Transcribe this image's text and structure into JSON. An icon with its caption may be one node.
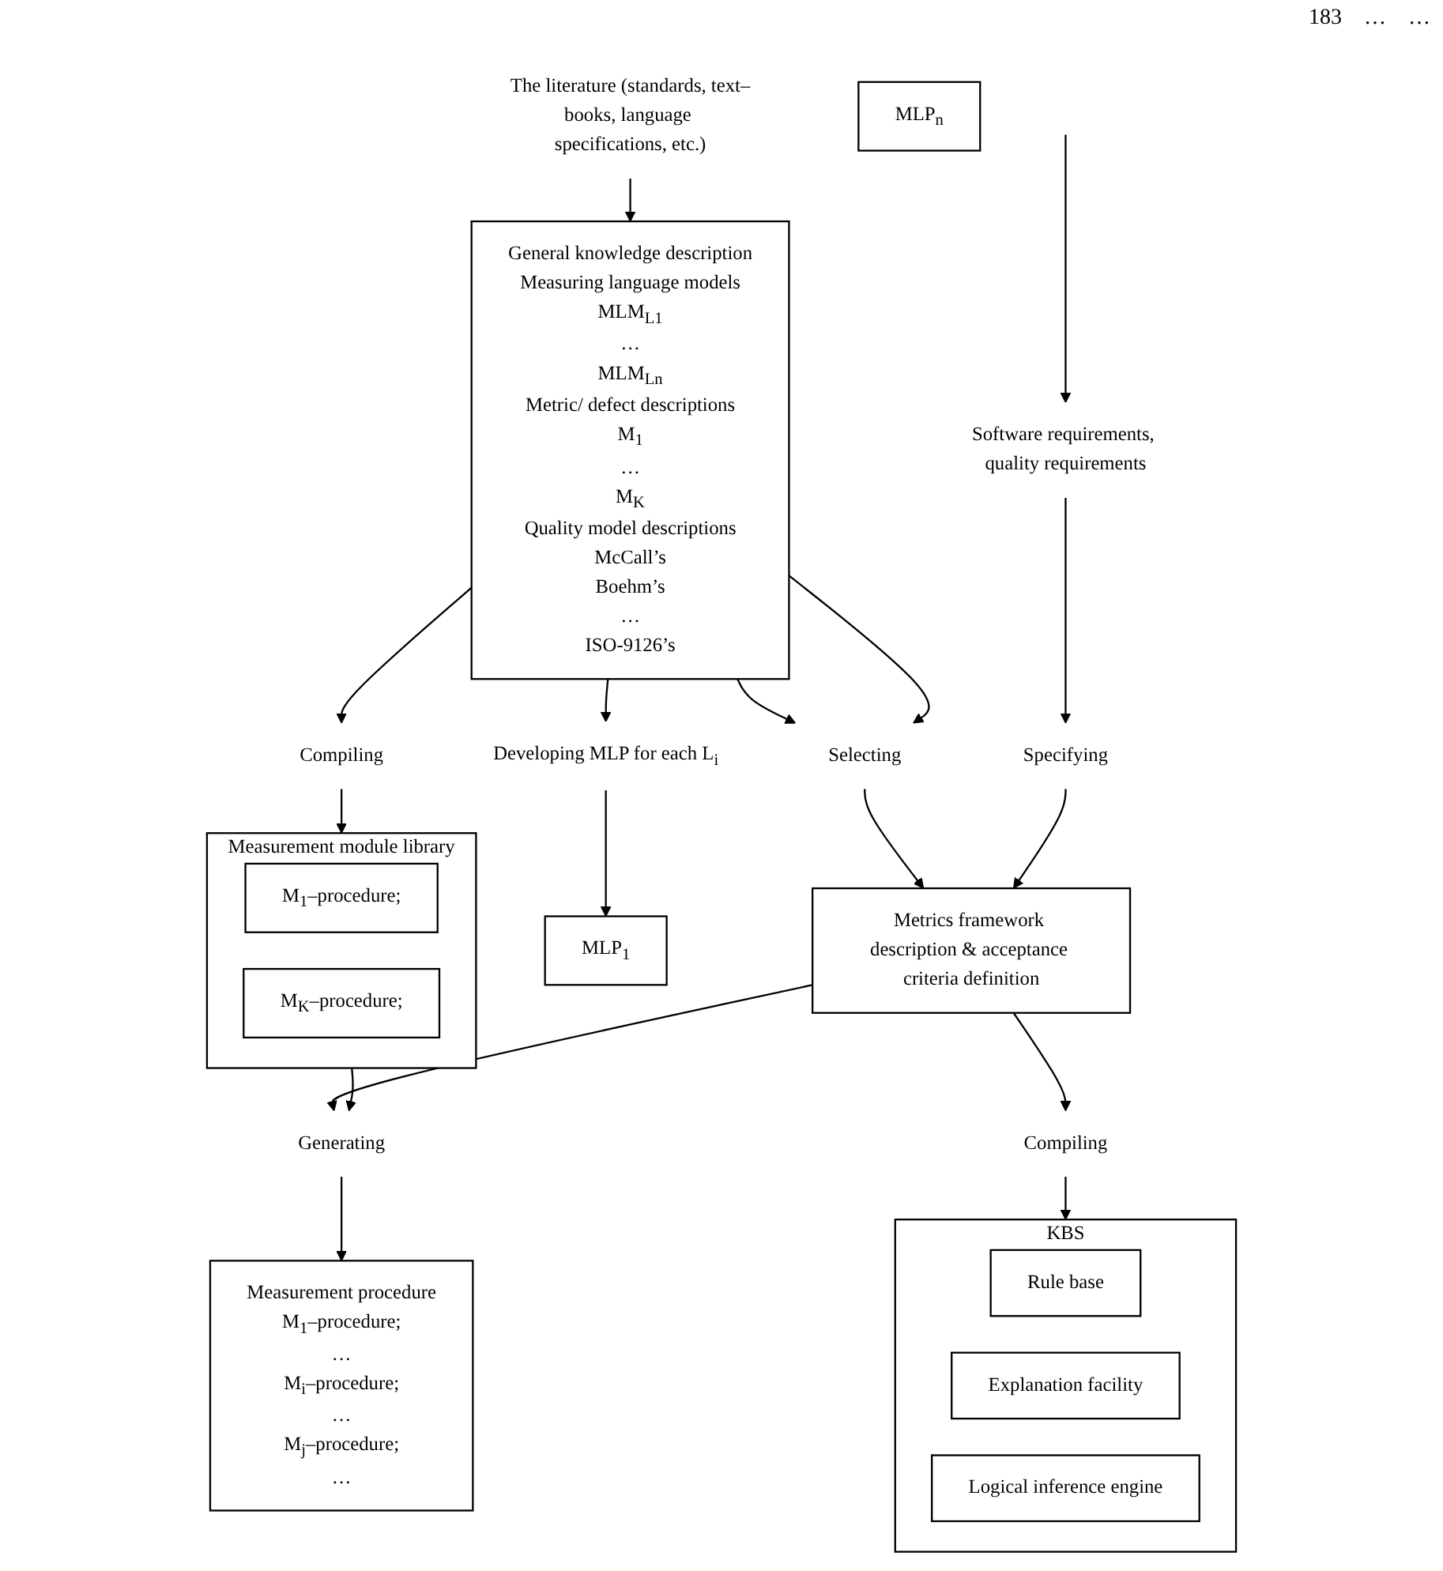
{
  "diagram": {
    "nodes": [
      {
        "text": [
          "The literature (standards, text–books, language specifications, etc.)"
        ]
      },
      {
        "text": [
          "General knowledge description",
          "Measuring language models",
          "MLM$_{L1}$",
          "…",
          "MLM$_{Ln}$",
          "Metric/ defect descriptions",
          "M$_{1}$",
          "…",
          "M$_{K}$",
          "Quality model descriptions",
          "McCall’s",
          "Boehm’s",
          "…",
          "ISO-9126’s"
        ]
      },
      {
        "text": [
          "Developing MLP for each L$_{i}$"
        ]
      },
      {
        "text": [
          "MLP$_{1}$"
        ]
      },
      {
        "text": [
          "MLP$_{n}$"
        ]
      },
      {
        "text": [
          "Compiling"
        ]
      },
      {
        "text": [
          "Selecting"
        ]
      },
      {
        "text": [
          "Software requirements, quality requirements"
        ]
      },
      {
        "text": [
          "Specifying"
        ]
      },
      {
        "text": [
          "Measurement module library"
        ]
      },
      {
        "text": [
          "M$_{1}$–procedure;"
        ],
        "in": 9
      },
      {
        "text": [
          "M$_{K}$–procedure;"
        ],
        "in": 9
      },
      {
        "text": [
          "Metrics framework description & acceptance criteria definition"
        ]
      },
      {
        "text": [
          "Compiling"
        ]
      },
      {
        "text": [
          "KBS"
        ]
      },
      {
        "text": [
          "Rule base"
        ],
        "in": 14
      },
      {
        "text": [
          "Explanation facility"
        ],
        "in": 14
      },
      {
        "text": [
          "Logical inference engine"
        ],
        "in": 14
      },
      {
        "text": [
          "Generating"
        ]
      },
      {
        "text": [
          "Measurement procedure",
          "M$_{1}$–procedure;",
          "…",
          "M$_{i}$–procedure;",
          "…",
          "M$_{j}$–procedure;",
          "…"
        ]
      }
    ],
    "edges": [
      {
        "from": 0,
        "to": 1,
        "arrow": "to"
      },
      {
        "from": 1,
        "to": 2,
        "arrow": "to"
      },
      {
        "from": 2,
        "to": 3,
        "arrow": "to"
      },
      {
        "from": 1,
        "to": 5,
        "arrow": "to"
      },
      {
        "from": 5,
        "to": 9,
        "arrow": "to"
      },
      {
        "from": 1,
        "to": 6,
        "arrow": "to"
      },
      {
        "from": 1,
        "to": 6,
        "arrow": "to"
      },
      {
        "from": 6,
        "to": 12,
        "arrow": "to"
      },
      {
        "from": null,
        "to": 7,
        "arrow": "to"
      },
      {
        "from": 7,
        "to": 8,
        "arrow": "to"
      },
      {
        "from": 8,
        "to": 12,
        "arrow": "to"
      },
      {
        "from": 12,
        "to": 13,
        "arrow": "to"
      },
      {
        "from": 13,
        "to": 14,
        "arrow": "to"
      },
      {
        "from": 9,
        "to": 18,
        "arrow": "to"
      },
      {
        "from": 12,
        "to": 18,
        "arrow": "to"
      },
      {
        "from": 18,
        "to": 19,
        "arrow": "to"
      }
    ],
    "labels": [
      "183",
      "…",
      "…"
    ]
  }
}
